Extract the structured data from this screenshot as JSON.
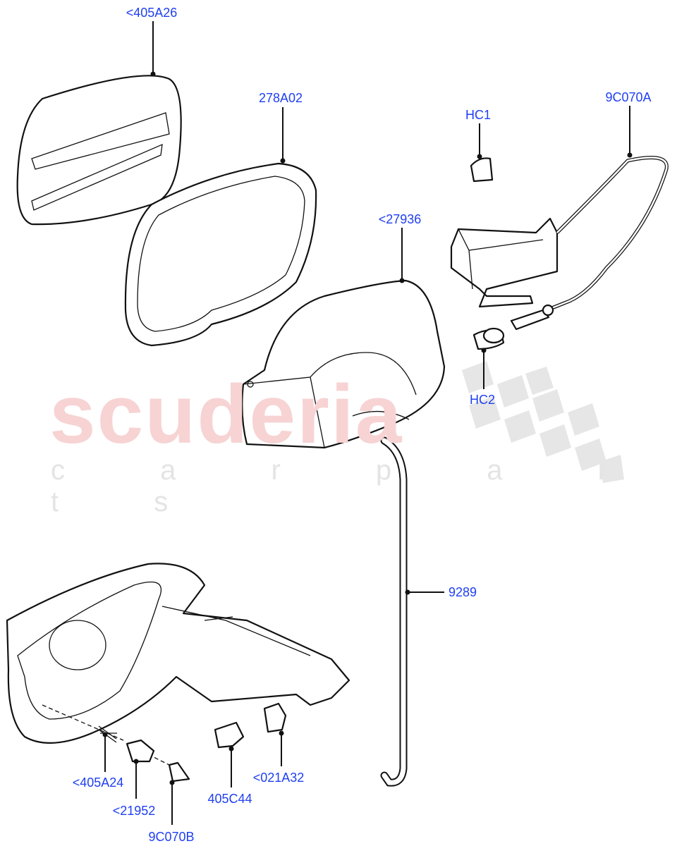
{
  "watermark": {
    "brand": "scuderia",
    "tagline": "c a r p a r t s"
  },
  "callouts": {
    "c405A26": "<405A26",
    "c278A02": "278A02",
    "cHC1": "HC1",
    "c9C070A": "9C070A",
    "c27936": "<27936",
    "cHC2": "HC2",
    "c9289": "9289",
    "c405A24": "<405A24",
    "c21952": "<21952",
    "c9C070B": "9C070B",
    "c405C44": "405C44",
    "c021A32": "<021A32"
  },
  "colors": {
    "callout_text": "#1f3ff2",
    "watermark_brand": "#f7d3d3",
    "watermark_tagline": "#e4e4e4",
    "line_art": "#111111"
  }
}
